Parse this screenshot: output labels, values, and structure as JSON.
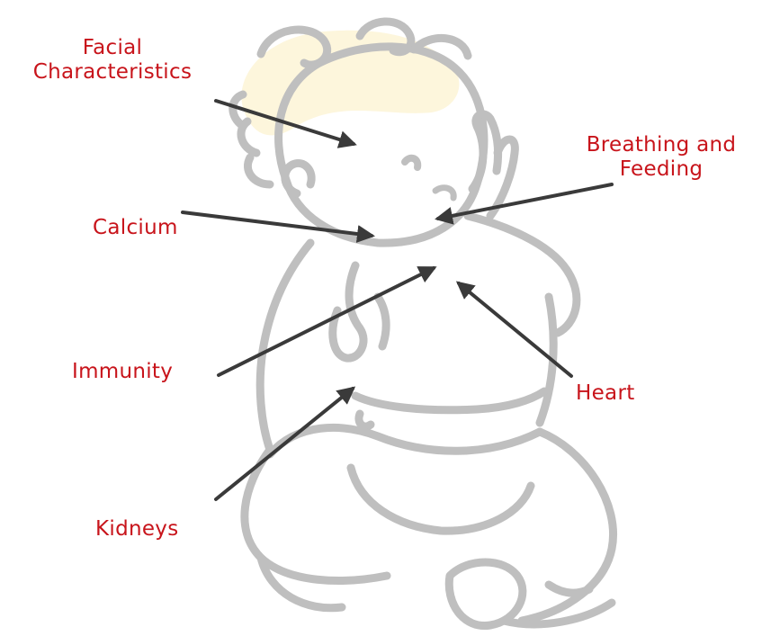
{
  "colors": {
    "label": "#c8141b",
    "arrow": "#3a3a3a",
    "outline": "#bfbfbf",
    "hair_tint": "#fdf6dc"
  },
  "labels": {
    "facial_line1": "Facial",
    "facial_line2": "Characteristics",
    "breathing_line1": "Breathing and",
    "breathing_line2": "Feeding",
    "calcium": "Calcium",
    "immunity": "Immunity",
    "heart": "Heart",
    "kidneys": "Kidneys"
  },
  "illustration": {
    "subject": "baby-outline-icon"
  }
}
